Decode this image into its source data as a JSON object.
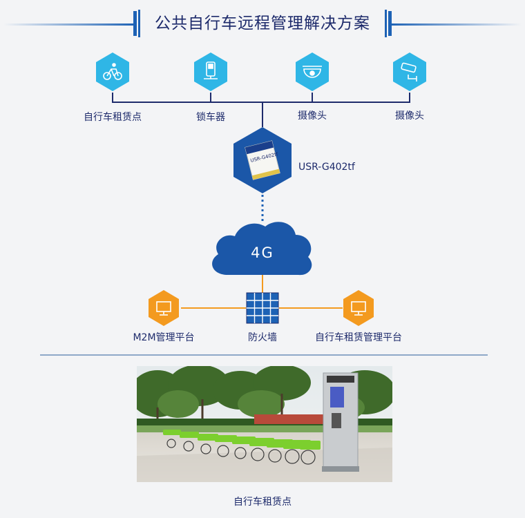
{
  "title": "公共自行车远程管理解决方案",
  "top_devices": [
    {
      "label": "自行车租赁点",
      "icon": "bicycle-icon"
    },
    {
      "label": "锁车器",
      "icon": "bike-lock-icon"
    },
    {
      "label": "摄像头",
      "icon": "dome-camera-icon"
    },
    {
      "label": "摄像头",
      "icon": "security-camera-icon"
    }
  ],
  "module": {
    "label": "USR-G402tf",
    "chip_text": "USR-G402tf"
  },
  "network": {
    "label": "4G"
  },
  "bottom_nodes": [
    {
      "label": "M2M管理平台",
      "icon": "monitor-icon"
    },
    {
      "label": "防火墙",
      "icon": "firewall-icon"
    },
    {
      "label": "自行车租赁管理平台",
      "icon": "monitor-icon"
    }
  ],
  "photo": {
    "caption": "自行车租赁点"
  },
  "colors": {
    "navy": "#1d2a6b",
    "blue": "#1d62b5",
    "cyan": "#2fb6e6",
    "orange": "#f39a1f",
    "module_hex": "#1b57a8"
  }
}
